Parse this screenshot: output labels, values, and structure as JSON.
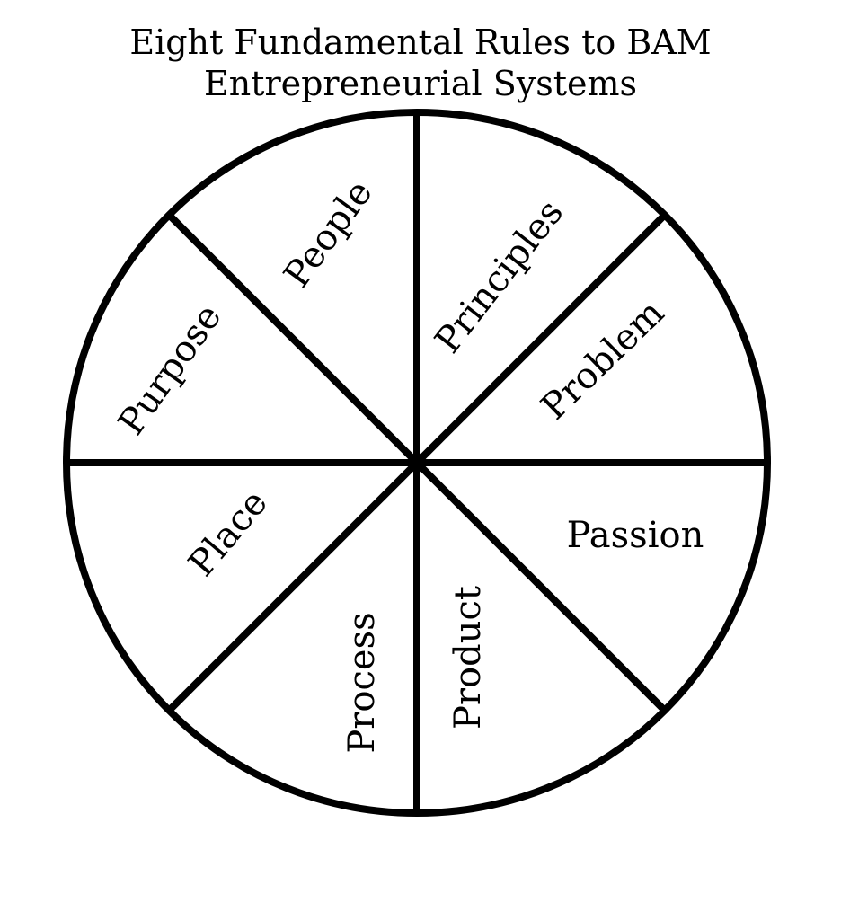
{
  "title": {
    "line1": "Eight Fundamental Rules to BAM",
    "line2": "Entrepreneurial Systems"
  },
  "segments": [
    {
      "key": "people",
      "label": "People"
    },
    {
      "key": "principles",
      "label": "Principles"
    },
    {
      "key": "problem",
      "label": "Problem"
    },
    {
      "key": "passion",
      "label": "Passion"
    },
    {
      "key": "product",
      "label": "Product"
    },
    {
      "key": "process",
      "label": "Process"
    },
    {
      "key": "place",
      "label": "Place"
    },
    {
      "key": "purpose",
      "label": "Purpose"
    }
  ],
  "colors": {
    "stroke": "#000000",
    "background": "#ffffff"
  }
}
